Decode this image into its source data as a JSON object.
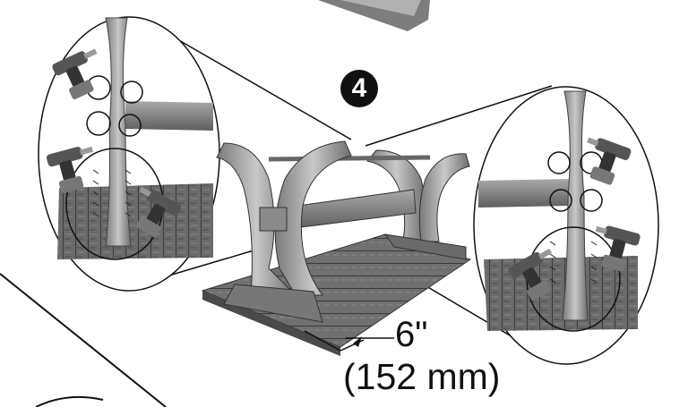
{
  "step": {
    "number": "4"
  },
  "dimension": {
    "imperial": "6\"",
    "metric": "(152 mm)"
  },
  "colors": {
    "wood": "#8f8f8f",
    "wood_dark": "#5a5a5a",
    "wood_light": "#c9c9c9",
    "ink": "#111111"
  },
  "icons": [
    "drill-icon",
    "screw-icon",
    "callout-circle"
  ]
}
